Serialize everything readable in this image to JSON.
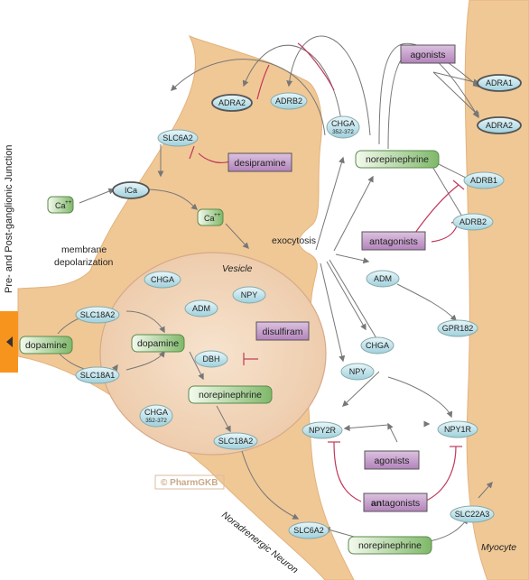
{
  "side_title": "Pre- and Post-ganglionic Junction",
  "neuron_label": "Noradrenergic Neuron",
  "myocyte_label": "Myocyte",
  "watermark": "© PharmGKB",
  "vesicle_label": "Vesicle",
  "membrane_label_1": "membrane",
  "membrane_label_2": "depolarization",
  "exocytosis_label": "exocytosis",
  "nodes": {
    "adra2_neuron": "ADRA2",
    "adrb2_neuron": "ADRB2",
    "slc6a2_top": "SLC6A2",
    "ica": "ICa",
    "ca_out": "Ca",
    "ca_in": "Ca",
    "ca_sup": "++",
    "chga_352_top": "CHGA",
    "chga_352_top_sub": "352-372",
    "chga_vesicle": "CHGA",
    "npy_vesicle": "NPY",
    "adm_vesicle": "ADM",
    "slc18a2_a": "SLC18A2",
    "slc18a1": "SLC18A1",
    "dopamine_left": "dopamine",
    "dopamine_vesicle": "dopamine",
    "dbh": "DBH",
    "norepinephrine_vesicle": "norepinephrine",
    "chga_352_vesicle": "CHGA",
    "chga_352_vesicle_sub": "352-372",
    "slc18a2_b": "SLC18A2",
    "norepinephrine_top": "norepinephrine",
    "adm_cleft": "ADM",
    "chga_cleft": "CHGA",
    "npy_cleft": "NPY",
    "npy2r": "NPY2R",
    "npy1r": "NPY1R",
    "gpr182": "GPR182",
    "adra1": "ADRA1",
    "adra2_myo": "ADRA2",
    "adrb1": "ADRB1",
    "adrb2_myo": "ADRB2",
    "slc6a2_bottom": "SLC6A2",
    "slc22a3": "SLC22A3",
    "norepinephrine_bottom": "norepinephrine"
  },
  "drugs": {
    "desipramine": "desipramine",
    "disulfiram": "disulfiram",
    "agonists_top": "agonists",
    "antagonists_top": "antagonists",
    "agonists_bottom": "agonists",
    "antagonists_bottom_bold": "an",
    "antagonists_bottom_rest": "tagonists"
  },
  "colors": {
    "neuron": "#f0c896",
    "neuron_edge": "#c8956a",
    "vesicle": "#f5dcc0",
    "gene_fill": "#c8e8ef",
    "chem_green": "#8ec07c",
    "drug_purple": "#c39bc9",
    "arrow": "#777777",
    "inhibit": "#c0385a",
    "sidebar_orange": "#f7941d"
  }
}
